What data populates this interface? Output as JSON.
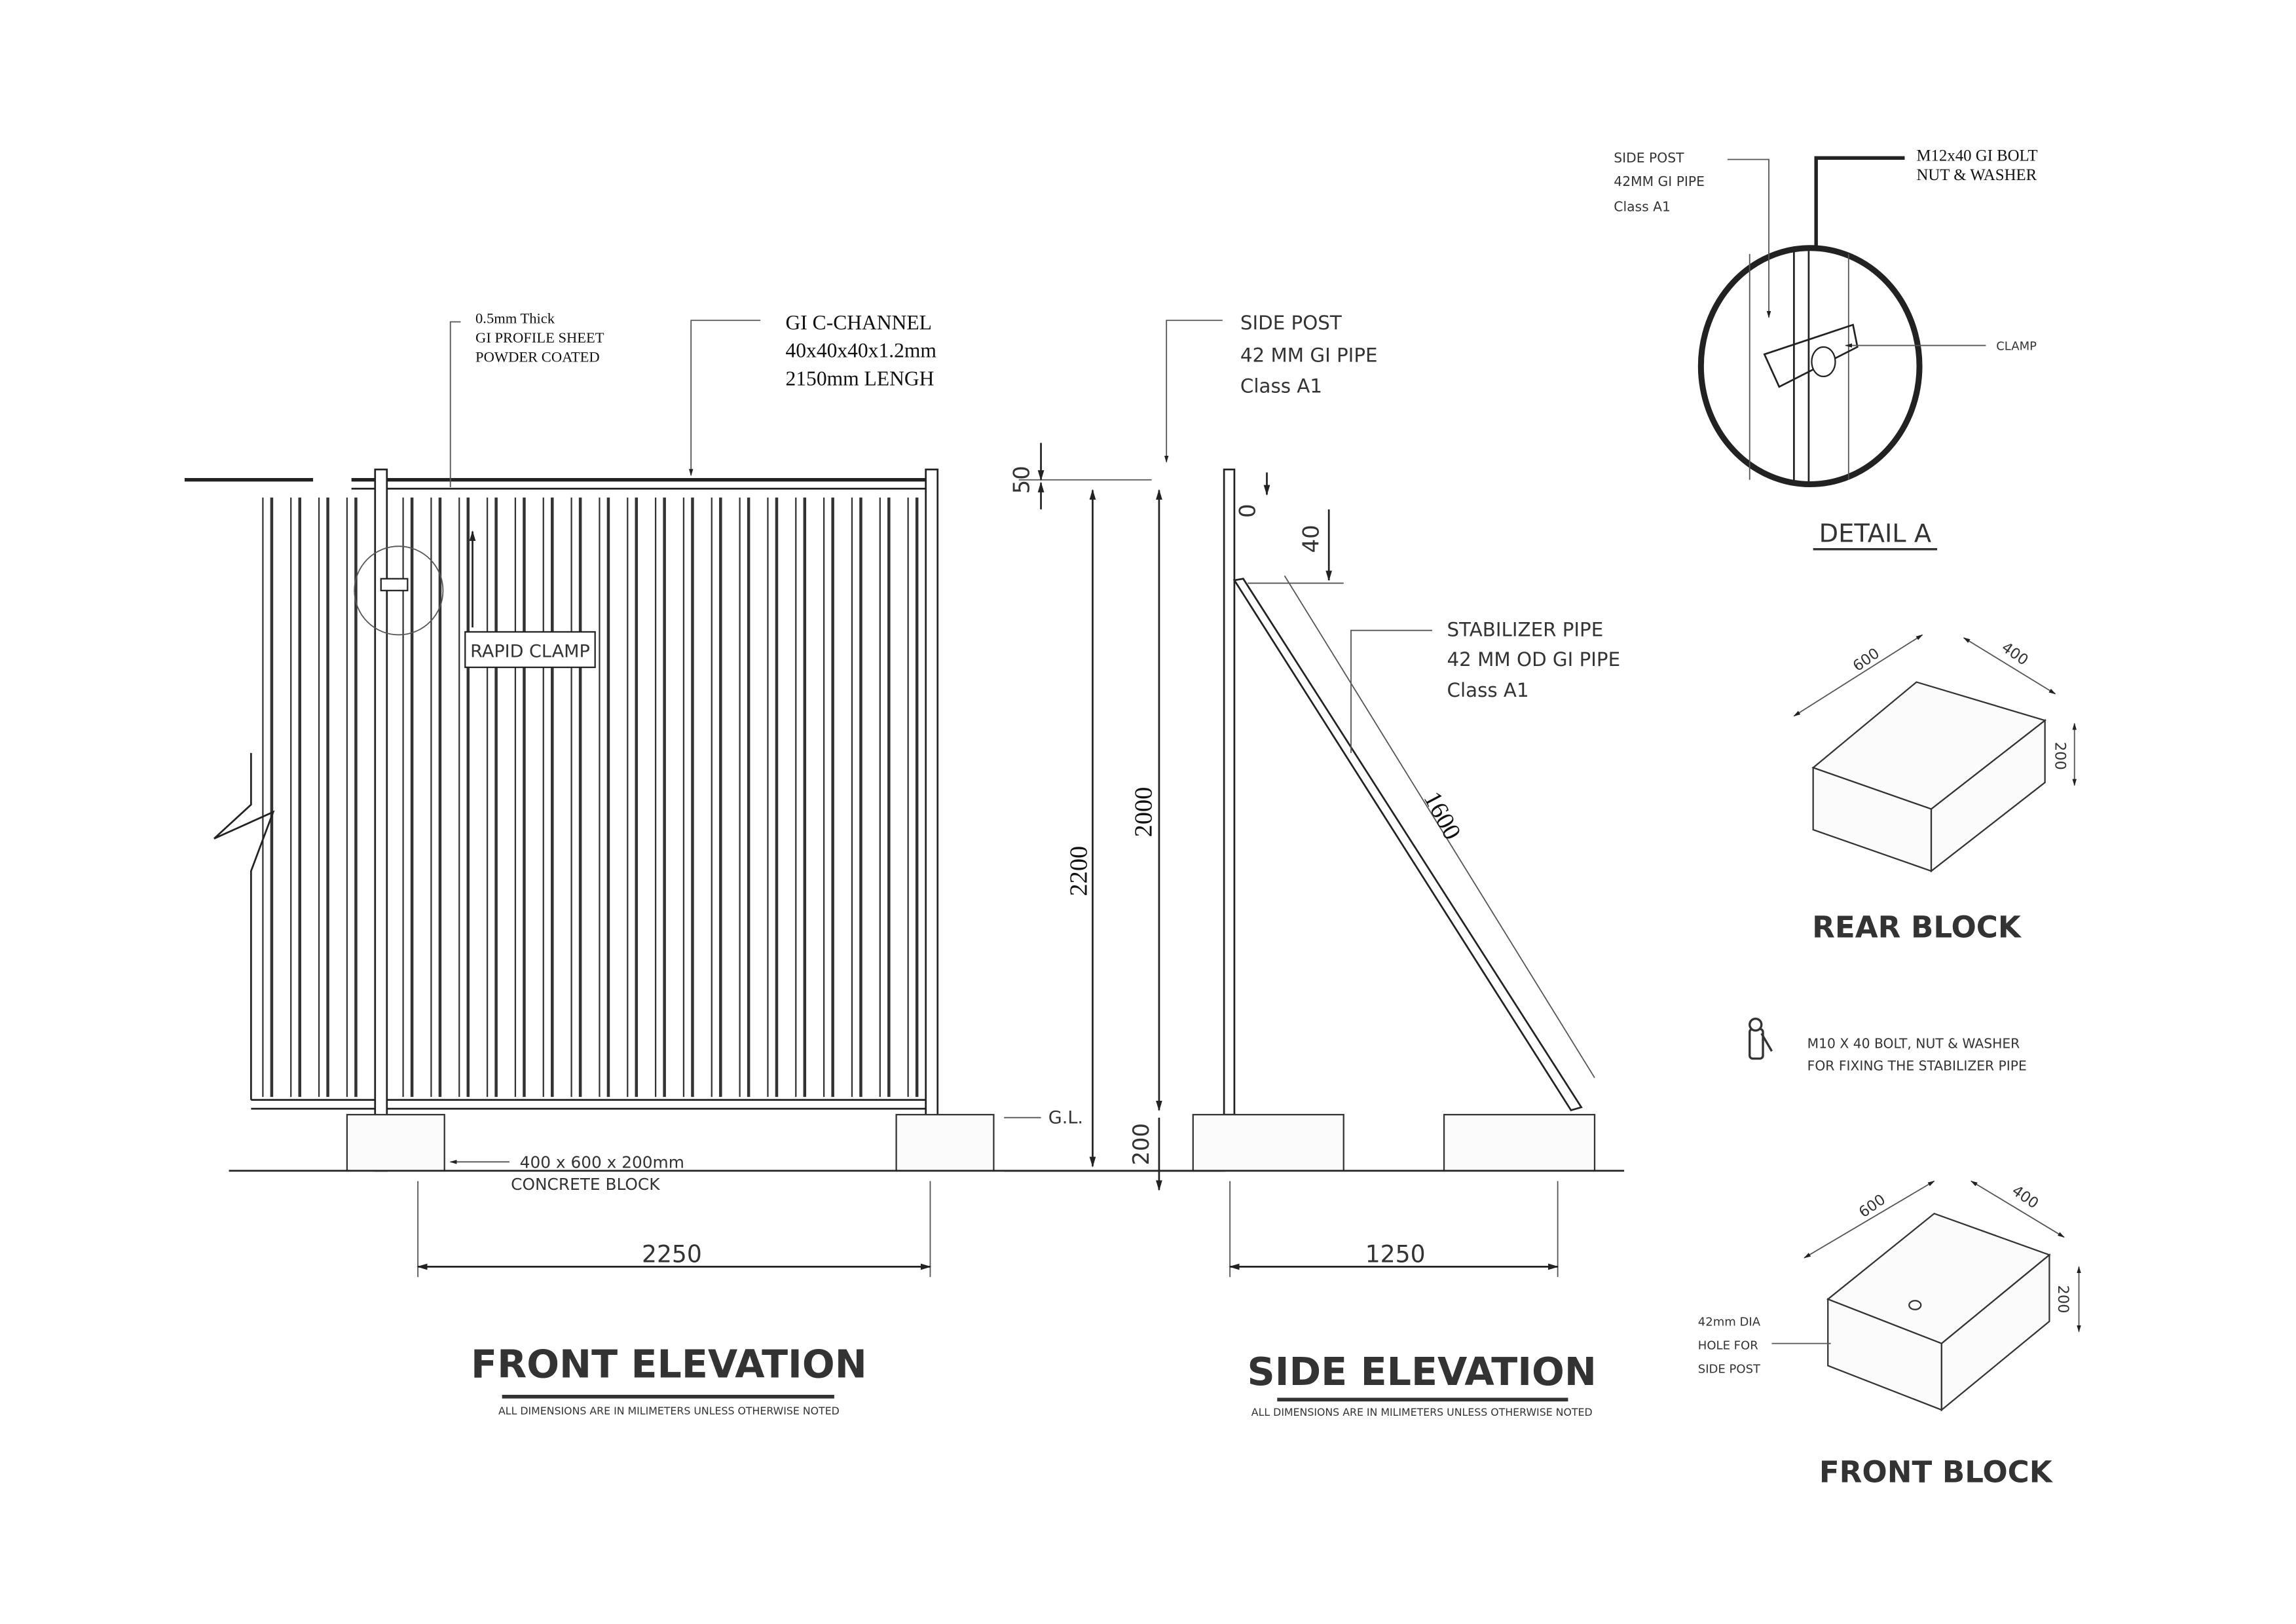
{
  "front_elevation": {
    "profile_sheet_note": [
      "0.5mm Thick",
      "GI PROFILE SHEET",
      "POWDER COATED"
    ],
    "c_channel_note": [
      "GI C-CHANNEL",
      "40x40x40x1.2mm",
      "2150mm LENGH"
    ],
    "rapid_clamp_label": "RAPID CLAMP",
    "block_note": [
      "400 x 600 x 200mm",
      "CONCRETE BLOCK"
    ],
    "width_dimension": "2250",
    "title": "FRONT ELEVATION",
    "note": "ALL DIMENSIONS ARE IN MILIMETERS UNLESS OTHERWISE NOTED"
  },
  "side_elevation": {
    "side_post_note": [
      "SIDE POST",
      "42 MM GI PIPE",
      "Class A1"
    ],
    "stabilizer_note": [
      "STABILIZER PIPE",
      "42 MM OD GI PIPE",
      "Class A1"
    ],
    "dim_top": "50",
    "dim_total": "2200",
    "dim_post": "2000",
    "dim_base": "200",
    "dim_offset": "40",
    "dim_zero": "0",
    "dim_stabilizer": "1600",
    "ground_level": "G.L.",
    "width_dimension": "1250",
    "title": "SIDE ELEVATION",
    "note": "ALL DIMENSIONS ARE IN MILIMETERS UNLESS OTHERWISE NOTED"
  },
  "detail_a": {
    "side_post_note": [
      "SIDE POST",
      "42MM GI PIPE",
      "Class A1"
    ],
    "bolt_note": [
      "M12x40 GI BOLT",
      "NUT & WASHER"
    ],
    "clamp_label": "CLAMP",
    "title": "DETAIL A"
  },
  "rear_block": {
    "dim_length": "600",
    "dim_width": "400",
    "dim_height": "200",
    "title": "REAR BLOCK"
  },
  "bolt_note": [
    "M10 X 40 BOLT, NUT & WASHER",
    "FOR FIXING THE STABILIZER PIPE"
  ],
  "front_block": {
    "dim_length": "600",
    "dim_width": "400",
    "dim_height": "200",
    "hole_note": [
      "42mm DIA",
      "HOLE FOR",
      "SIDE POST"
    ],
    "title": "FRONT BLOCK"
  }
}
